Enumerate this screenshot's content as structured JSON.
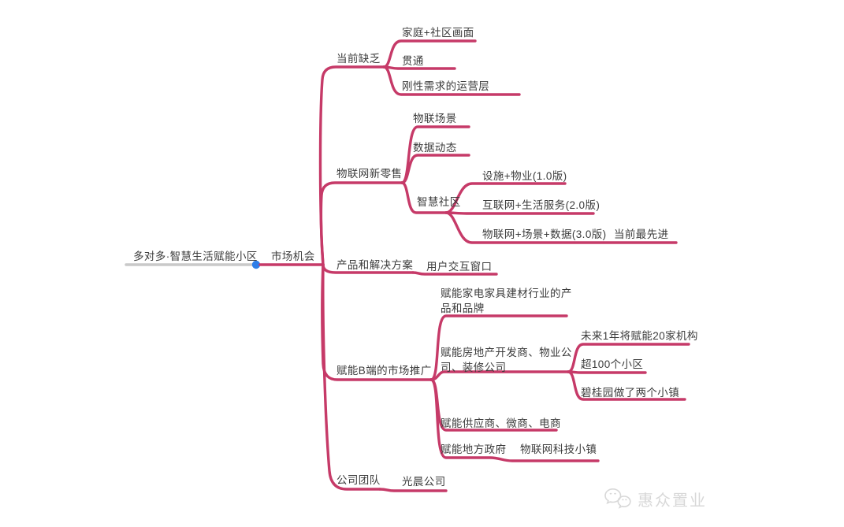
{
  "mindmap": {
    "root": {
      "label": "多对多·智慧生活赋能小区",
      "children": [
        {
          "label": "市场机会",
          "children": [
            {
              "label": "当前缺乏",
              "children": [
                {
                  "label": "家庭+社区画面"
                },
                {
                  "label": "贯通"
                },
                {
                  "label": "刚性需求的运营层"
                }
              ]
            },
            {
              "label": "物联网新零售",
              "children": [
                {
                  "label": "物联场景"
                },
                {
                  "label": "数据动态"
                },
                {
                  "label": "智慧社区",
                  "children": [
                    {
                      "label": "设施+物业(1.0版)"
                    },
                    {
                      "label": "互联网+生活服务(2.0版)"
                    },
                    {
                      "label": "物联网+场景+数据(3.0版)",
                      "children": [
                        {
                          "label": "当前最先进"
                        }
                      ]
                    }
                  ]
                }
              ]
            },
            {
              "label": "产品和解决方案",
              "children": [
                {
                  "label": "用户交互窗口"
                }
              ]
            },
            {
              "label": "赋能B端的市场推广",
              "children": [
                {
                  "label": "赋能家电家具建材行业的产品和品牌"
                },
                {
                  "label": "赋能房地产开发商、物业公司、装修公司",
                  "children": [
                    {
                      "label": "未来1年将赋能20家机构"
                    },
                    {
                      "label": "超100个小区"
                    },
                    {
                      "label": "碧桂园做了两个小镇"
                    }
                  ]
                },
                {
                  "label": "赋能供应商、微商、电商"
                },
                {
                  "label": "赋能地方政府",
                  "children": [
                    {
                      "label": "物联网科技小镇"
                    }
                  ]
                }
              ]
            },
            {
              "label": "公司团队",
              "children": [
                {
                  "label": "光晨公司"
                }
              ]
            }
          ]
        }
      ]
    }
  },
  "watermark": {
    "label": "惠众置业",
    "icon": "wechat-bubbles-icon"
  },
  "colors": {
    "branch": "#c63a68",
    "root_line": "#c9c9c9",
    "node_dot": "#2e7ee8",
    "text": "#3c3c3c",
    "watermark": "#d8d8d8"
  }
}
